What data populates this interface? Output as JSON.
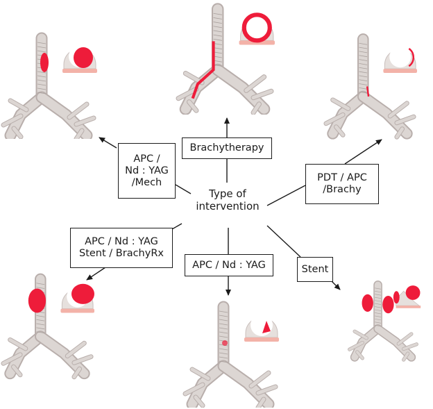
{
  "center": {
    "label": "Type of\nintervention"
  },
  "interventions": [
    {
      "id": "brachytherapy",
      "label": "Brachytherapy"
    },
    {
      "id": "apc-ndyag-mech",
      "label": "APC /\nNd : YAG\n/Mech"
    },
    {
      "id": "pdt-apc-brachy",
      "label": "PDT / APC\n/Brachy"
    },
    {
      "id": "apc-ndyag-stent-brachyrx",
      "label": "APC / Nd : YAG\nStent / BrachyRx"
    },
    {
      "id": "apc-ndyag",
      "label": "APC / Nd : YAG"
    },
    {
      "id": "stent",
      "label": "Stent"
    }
  ],
  "colors": {
    "tumor": "#ee1c3a",
    "airway": "#dcd6d3",
    "airway_shadow": "#b8aeab",
    "line": "#1a1a1a"
  },
  "panels": [
    {
      "id": "top-left",
      "tumor": "intraluminal-mass",
      "intervention": "apc-ndyag-mech"
    },
    {
      "id": "top-center",
      "tumor": "circumferential-wall",
      "intervention": "brachytherapy"
    },
    {
      "id": "top-right",
      "tumor": "thin-wall-lesion",
      "intervention": "pdt-apc-brachy"
    },
    {
      "id": "bottom-left",
      "tumor": "mixed-mass",
      "intervention": "apc-ndyag-stent-brachyrx"
    },
    {
      "id": "bottom-center",
      "tumor": "small-endoluminal",
      "intervention": "apc-ndyag"
    },
    {
      "id": "bottom-right",
      "tumor": "extrinsic-compression",
      "intervention": "stent"
    }
  ]
}
